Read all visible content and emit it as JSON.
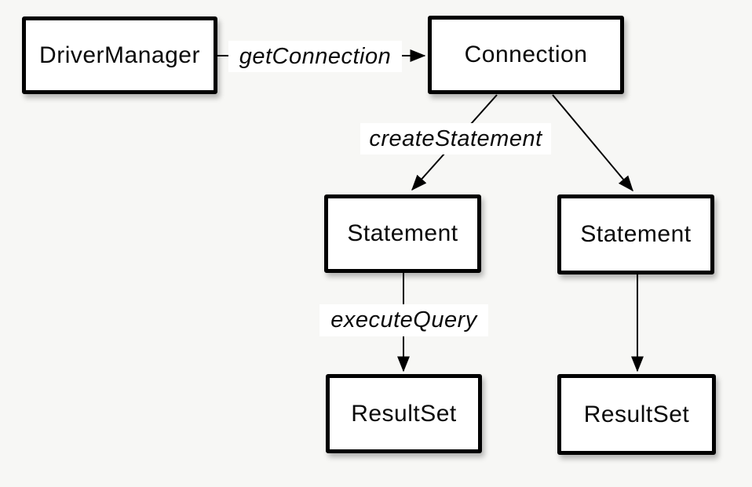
{
  "diagram": {
    "title_hint": "JDBC object creation flow",
    "colors": {
      "background": "#f7f7f5",
      "node_fill": "#ffffff",
      "stroke": "#000000",
      "text": "#0a0a0a"
    },
    "nodes": [
      {
        "id": "drivermanager",
        "label": "DriverManager"
      },
      {
        "id": "connection",
        "label": "Connection"
      },
      {
        "id": "statement-left",
        "label": "Statement"
      },
      {
        "id": "statement-right",
        "label": "Statement"
      },
      {
        "id": "resultset-left",
        "label": "ResultSet"
      },
      {
        "id": "resultset-right",
        "label": "ResultSet"
      }
    ],
    "edges": [
      {
        "from": "drivermanager",
        "to": "connection",
        "label": "getConnection"
      },
      {
        "from": "connection",
        "to": "statement-left",
        "label": "createStatement"
      },
      {
        "from": "connection",
        "to": "statement-right",
        "label": ""
      },
      {
        "from": "statement-left",
        "to": "resultset-left",
        "label": "executeQuery"
      },
      {
        "from": "statement-right",
        "to": "resultset-right",
        "label": ""
      }
    ]
  }
}
